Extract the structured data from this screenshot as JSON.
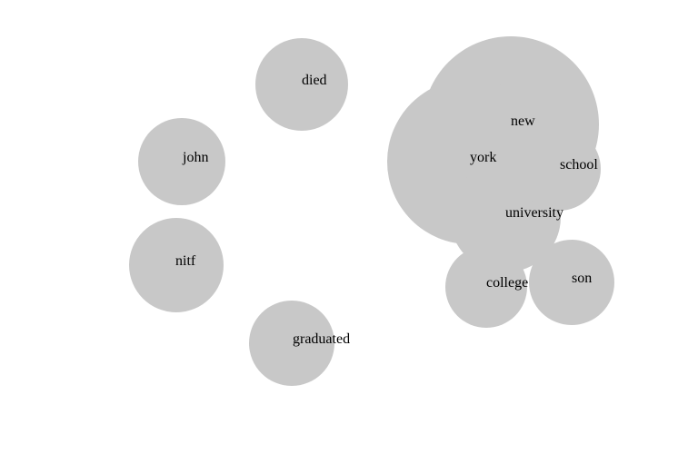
{
  "nodes": [
    {
      "id": "new",
      "label": "new"
    },
    {
      "id": "york",
      "label": "york"
    },
    {
      "id": "school",
      "label": "school"
    },
    {
      "id": "university",
      "label": "university"
    },
    {
      "id": "college",
      "label": "college"
    },
    {
      "id": "son",
      "label": "son"
    },
    {
      "id": "died",
      "label": "died"
    },
    {
      "id": "john",
      "label": "john"
    },
    {
      "id": "nitf",
      "label": "nitf"
    },
    {
      "id": "graduated",
      "label": "graduated"
    }
  ],
  "edges": [
    {
      "from": "new",
      "to": "york"
    },
    {
      "from": "new",
      "to": "school"
    },
    {
      "from": "york",
      "to": "university"
    },
    {
      "from": "school",
      "to": "university"
    },
    {
      "from": "university",
      "to": "college"
    }
  ],
  "colors": {
    "node_fill": "#c8c8c8",
    "edge": "#8f8f8f",
    "text": "#000000"
  }
}
